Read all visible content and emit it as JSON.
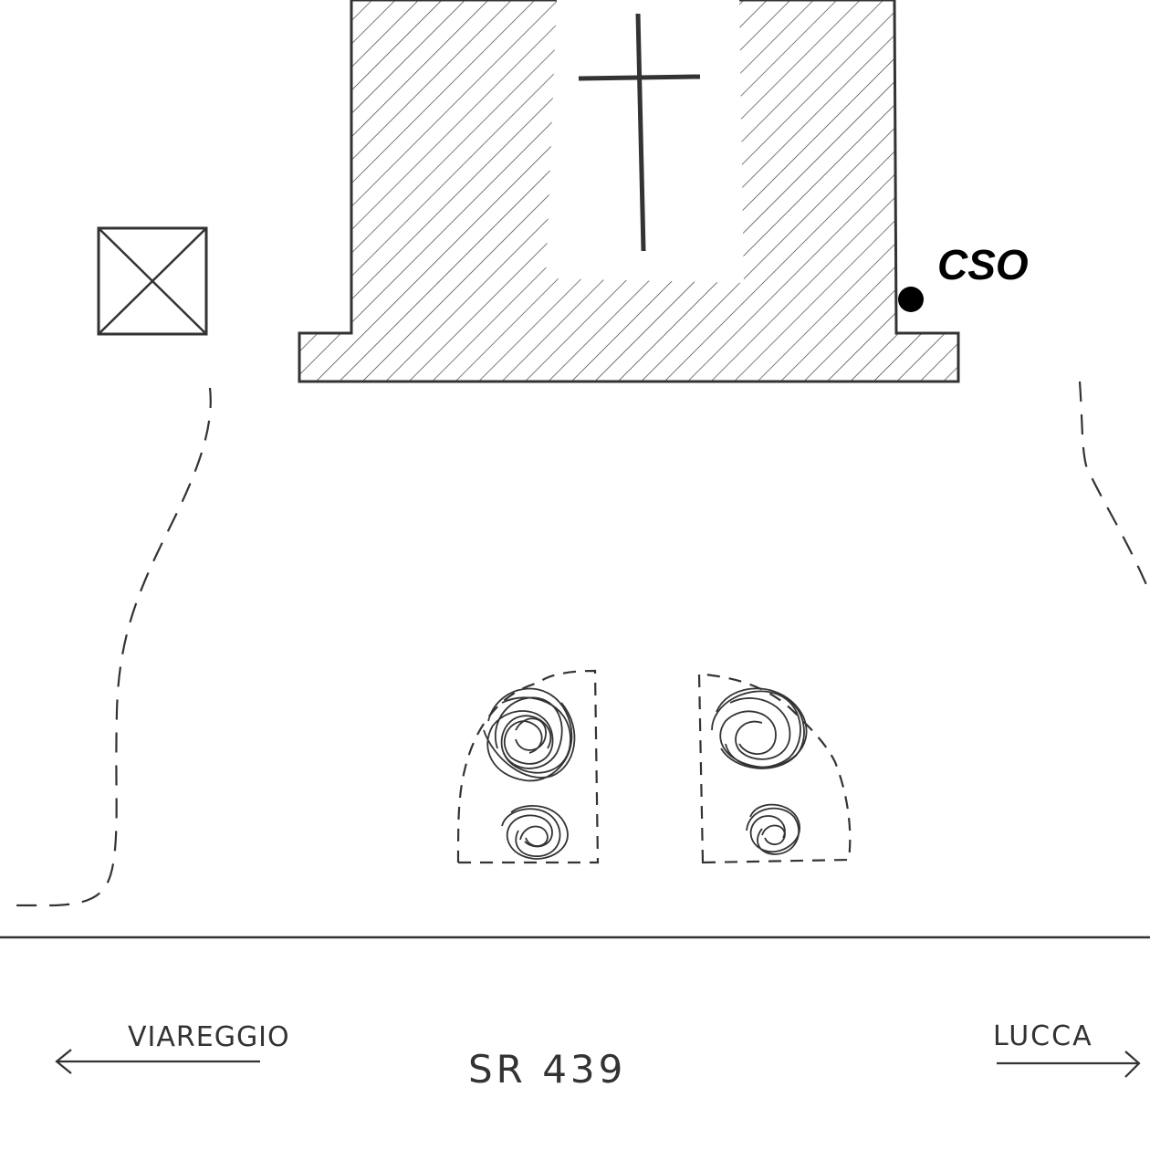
{
  "marker": {
    "label": "CSO"
  },
  "road": {
    "name": "SR 439",
    "left_direction": "VIAREGGIO",
    "right_direction": "LUCCA"
  },
  "colors": {
    "ink": "#333333",
    "marker": "#000000",
    "background": "#ffffff"
  },
  "symbols": {
    "church": "cross-icon",
    "box": "crossed-box-icon"
  }
}
